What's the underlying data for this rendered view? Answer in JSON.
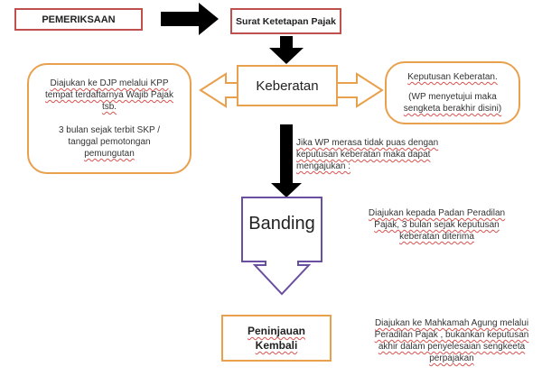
{
  "nodes": {
    "pemeriksaan": "PEMERIKSAAN",
    "surat": "Surat Ketetapan Pajak",
    "keberatan": "Keberatan",
    "banding": "Banding",
    "peninjauan": [
      "Peninjauan",
      "Kembali"
    ]
  },
  "notes": {
    "left": [
      "Diajukan ke DJP melalui KPP",
      "tempat terdaftarnya Wajib Pajak",
      "tsb.",
      "",
      "3 bulan sejak terbit SKP /",
      "tanggal pemotongan",
      "pemungutan"
    ],
    "right": [
      "Keputusan Keberatan.",
      "",
      "(WP menyetujui maka",
      "sengketa berakhir disini)"
    ],
    "condition": [
      "Jika WP merasa tidak puas dengan",
      "keputusan keberatan maka dapat",
      "mengajukan :"
    ],
    "banding": [
      "Diajukan kepada Padan Peradilan",
      "Pajak, 3 bulan sejak keputusan",
      "keberatan diterima"
    ],
    "peninjauan": [
      "Diajukan ke Mahkamah Agung melalui",
      "Peradilan Pajak , bukankan keputusan",
      "akhir dalam penyelesaian sengkeeta",
      "perpajakan"
    ]
  },
  "colors": {
    "red_border": "#c0504d",
    "orange_border": "#e8a04c",
    "purple_border": "#6a4fa0",
    "arrow_black": "#000000"
  }
}
